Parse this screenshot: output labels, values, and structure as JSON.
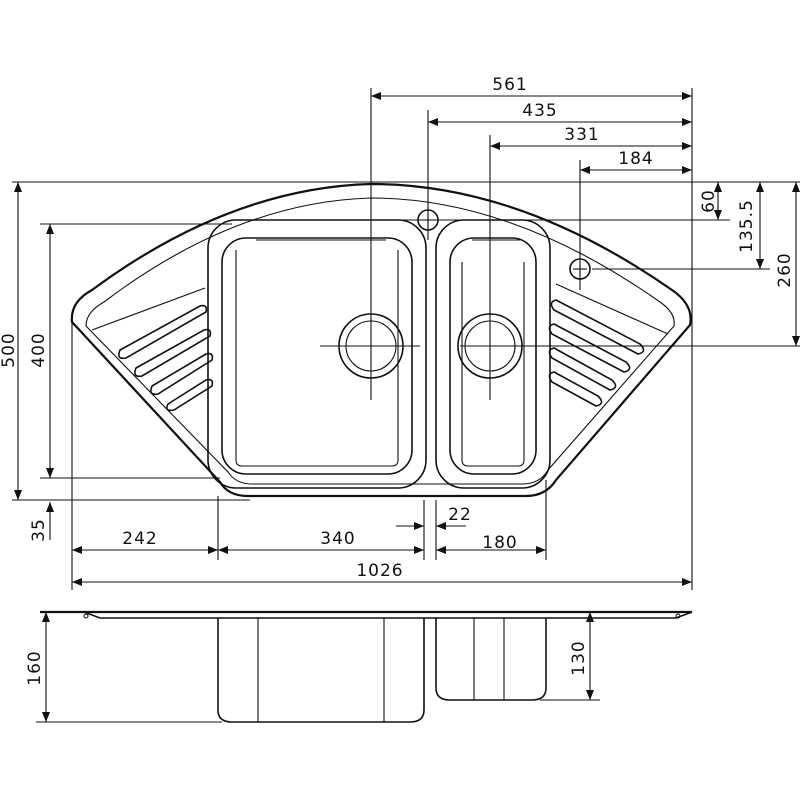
{
  "drawing": {
    "dimensions": {
      "top_561": "561",
      "top_435": "435",
      "top_331": "331",
      "top_184": "184",
      "right_60": "60",
      "right_135_5": "135.5",
      "right_260": "260",
      "left_500": "500",
      "left_400": "400",
      "left_35": "35",
      "bottom_242": "242",
      "bottom_340": "340",
      "bottom_22": "22",
      "bottom_180": "180",
      "bottom_1026": "1026",
      "side_160": "160",
      "side_130": "130"
    }
  }
}
